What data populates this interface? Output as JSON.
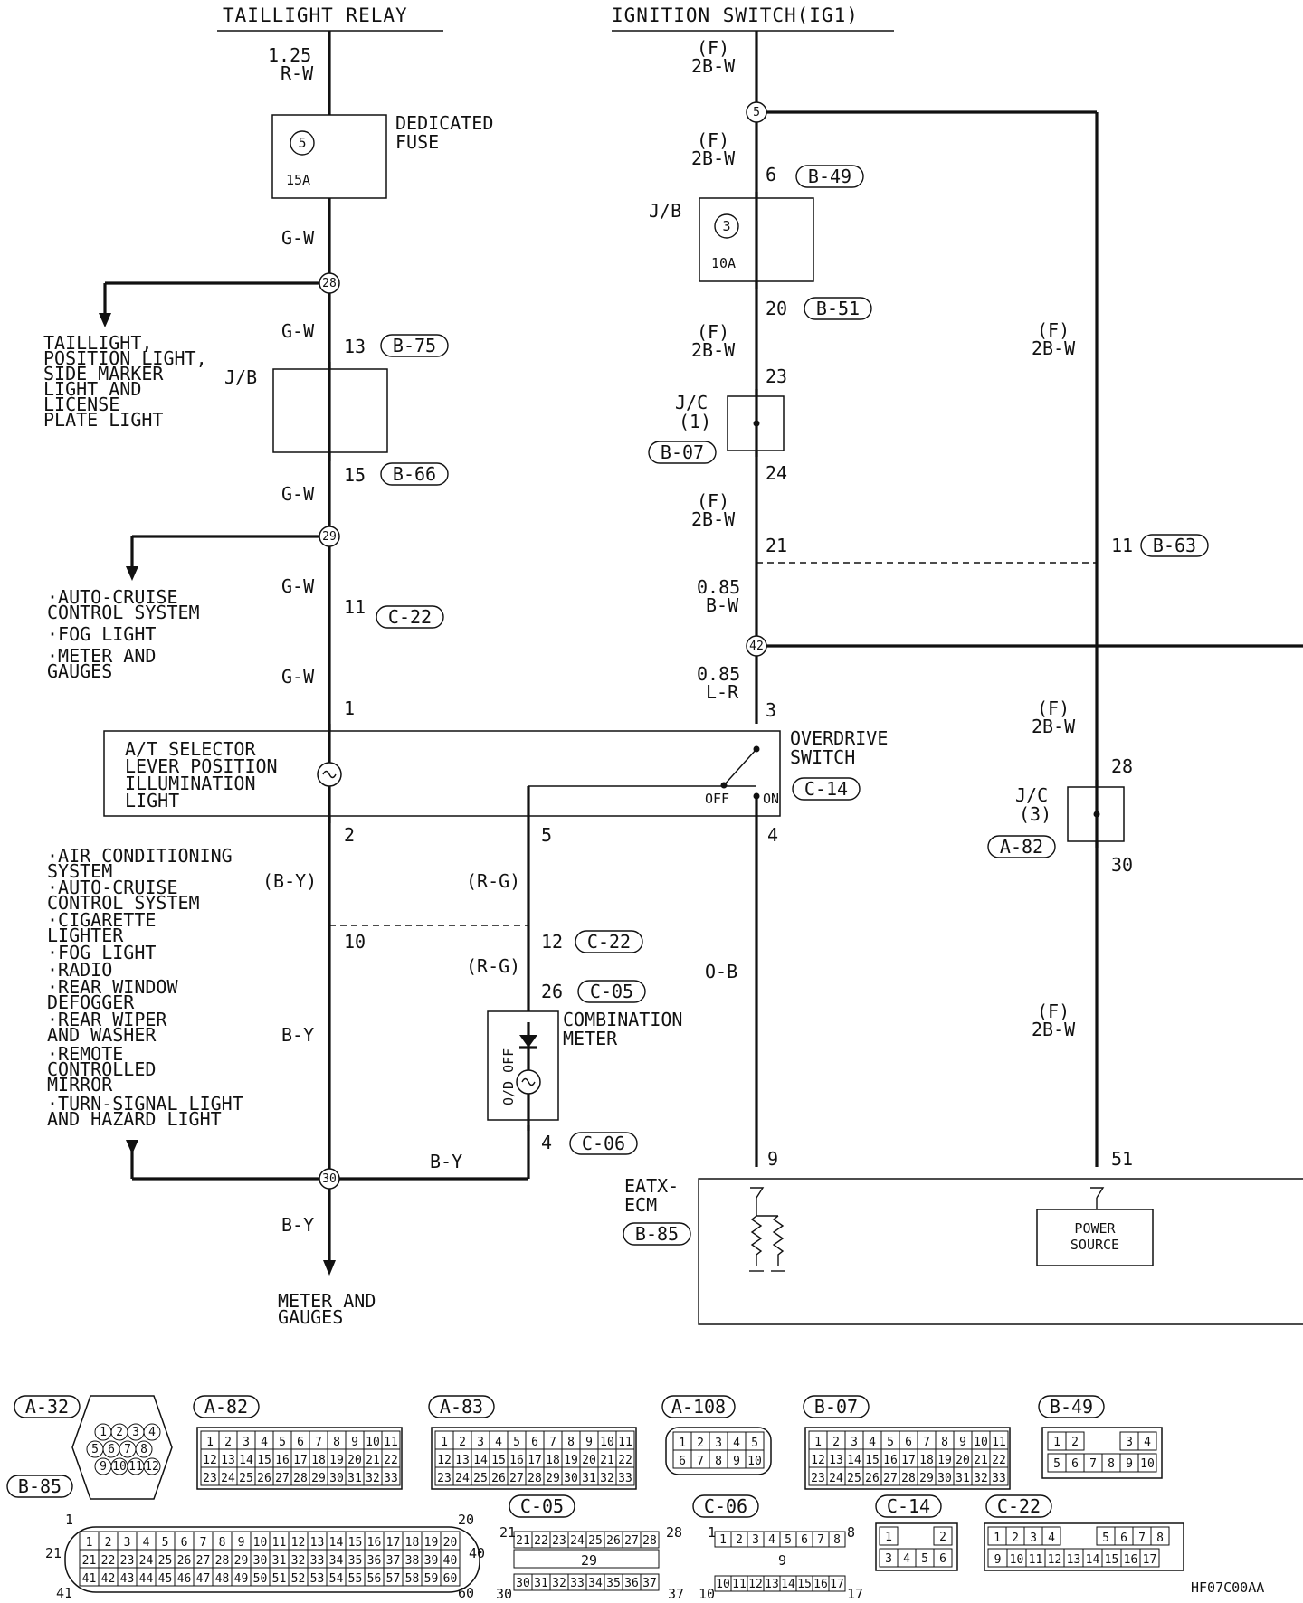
{
  "headers": {
    "taillight_relay": "TAILLIGHT RELAY",
    "ignition_switch": "IGNITION SWITCH(IG1)"
  },
  "left": {
    "w_125": "1.25",
    "w_rw": "R-W",
    "fuse_title_1": "DEDICATED",
    "fuse_title_2": "FUSE",
    "fuse_num": "5",
    "fuse_amp": "15A",
    "gw": "G-W",
    "sp28": "28",
    "taillight_group": [
      "TAILLIGHT,",
      "POSITION LIGHT,",
      "SIDE MARKER",
      "LIGHT AND",
      "LICENSE",
      "PLATE LIGHT"
    ],
    "jb": "J/B",
    "p13": "13",
    "c_b75": "B-75",
    "p15": "15",
    "c_b66": "B-66",
    "sp29": "29",
    "group2": [
      "·AUTO-CRUISE",
      " CONTROL SYSTEM",
      "·FOG LIGHT",
      "·METER AND",
      " GAUGES"
    ],
    "p11": "11",
    "c_c22": "C-22",
    "p1": "1",
    "illum": [
      "A/T SELECTOR",
      "LEVER POSITION",
      "ILLUMINATION",
      "LIGHT"
    ],
    "p2": "2",
    "by_paren": "(B-Y)",
    "p10": "10",
    "by": "B-Y",
    "group3": [
      "·AIR CONDITIONING",
      " SYSTEM",
      "·AUTO-CRUISE",
      " CONTROL SYSTEM",
      "·CIGARETTE",
      " LIGHTER",
      "·FOG LIGHT",
      "·RADIO",
      "·REAR WINDOW",
      " DEFOGGER",
      "·REAR WIPER",
      " AND WASHER",
      "·REMOTE",
      " CONTROLLED",
      " MIRROR",
      "·TURN-SIGNAL LIGHT",
      " AND HAZARD LIGHT"
    ],
    "sp30": "30",
    "meter": [
      "METER AND",
      "GAUGES"
    ]
  },
  "mid": {
    "p5": "5",
    "rg_paren": "(R-G)",
    "p12": "12",
    "c_c22": "C-22",
    "p26": "26",
    "c_c05": "C-05",
    "comb": [
      "COMBINATION",
      "METER"
    ],
    "od_off": "O/D OFF",
    "p4": "4",
    "c_c06": "C-06",
    "by": "B-Y"
  },
  "right": {
    "f": "(F)",
    "w2bw": "2B-W",
    "sp5": "5",
    "p6": "6",
    "c_b49": "B-49",
    "jb": "J/B",
    "fuse_num": "3",
    "fuse_amp": "10A",
    "p20": "20",
    "c_b51": "B-51",
    "p23": "23",
    "jc": "J/C",
    "jc1": "(1)",
    "c_b07": "B-07",
    "p24": "24",
    "p21": "21",
    "w085": "0.85",
    "bw": "B-W",
    "sp42": "42",
    "lr": "L-R",
    "p3": "3",
    "od": [
      "OVERDRIVE",
      "SWITCH"
    ],
    "c_c14": "C-14",
    "off": "OFF",
    "on": "ON",
    "p4": "4",
    "ob": "O-B",
    "p9": "9",
    "ecm": [
      "EATX-",
      "ECM"
    ],
    "c_b85": "B-85",
    "p11": "11",
    "c_b63": "B-63",
    "p28": "28",
    "jc3": "(3)",
    "c_a82": "A-82",
    "p30": "30",
    "p51": "51",
    "power": [
      "POWER",
      "SOURCE"
    ]
  },
  "connectors": {
    "a32": "A-32",
    "a82": "A-82",
    "a83": "A-83",
    "a108": "A-108",
    "b07": "B-07",
    "b49": "B-49",
    "b85": "B-85",
    "c05": "C-05",
    "c06": "C-06",
    "c14": "C-14",
    "c22": "C-22",
    "b85_nums": {
      "n1": "1",
      "n20": "20",
      "n21": "21",
      "n40": "40",
      "n41": "41",
      "n60": "60"
    },
    "c05_nums": {
      "n21": "21",
      "n28": "28",
      "n29": "29",
      "n30": "30",
      "n37": "37"
    },
    "c06_nums": {
      "n1": "1",
      "n8": "8",
      "n9": "9",
      "n10": "10",
      "n17": "17"
    }
  },
  "figure_id": "HF07C00AA"
}
